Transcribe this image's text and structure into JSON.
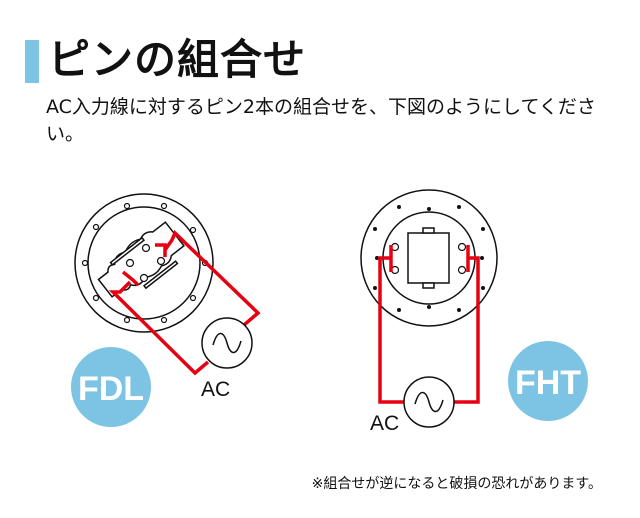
{
  "title": "ピンの組合せ",
  "description": "AC入力線に対するピン2本の組合せを、下図のようにしてください。",
  "note": "※組合せが逆になると破損の恐れがあります。",
  "diagrams": [
    {
      "badge": "FDL",
      "ac_label": "AC"
    },
    {
      "badge": "FHT",
      "ac_label": "AC"
    }
  ],
  "colors": {
    "accent": "#7dc3e3",
    "wire": "#e60012"
  }
}
